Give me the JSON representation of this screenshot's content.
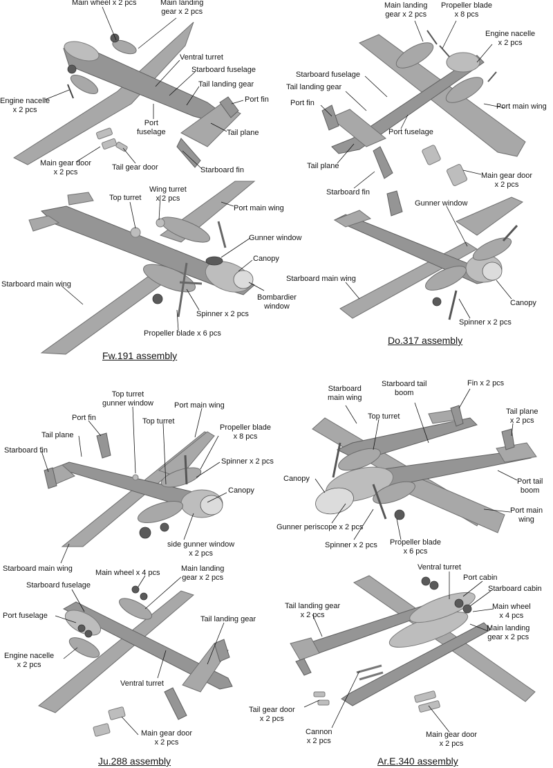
{
  "panels": {
    "fw191_parts": {
      "caption": "",
      "labels": {
        "main_wheel": "Main wheel x 2 pcs",
        "main_landing_gear": "Main landing\ngear x 2 pcs",
        "ventral_turret": "Ventral turret",
        "starboard_fuselage": "Starboard fuselage",
        "tail_landing_gear": "Tail landing gear",
        "port_fin": "Port fin",
        "engine_nacelle": "Engine nacelle\nx 2 pcs",
        "port_fuselage": "Port\nfuselage",
        "tail_plane": "Tail plane",
        "main_gear_door": "Main gear door\nx 2 pcs",
        "tail_gear_door": "Tail gear door",
        "starboard_fin": "Starboard fin"
      }
    },
    "fw191_assembly": {
      "caption": "Fw.191 assembly",
      "labels": {
        "top_turret": "Top turret",
        "wing_turret": "Wing turret\nx 2 pcs",
        "port_main_wing": "Port main wing",
        "gunner_window": "Gunner window",
        "canopy": "Canopy",
        "starboard_main_wing": "Starboard main wing",
        "bombardier_window": "Bombardier\nwindow",
        "spinner": "Spinner x 2 pcs",
        "propeller_blade": "Propeller blade x 6 pcs"
      }
    },
    "do317_parts": {
      "caption": "",
      "labels": {
        "main_landing_gear": "Main landing\ngear x 2 pcs",
        "propeller_blade": "Propeller blade\nx 8 pcs",
        "engine_nacelle": "Engine nacelle\nx 2 pcs",
        "starboard_fuselage": "Starboard fuselage",
        "tail_landing_gear": "Tail landing gear",
        "port_fin": "Port fin",
        "port_main_wing": "Port main wing",
        "port_fuselage": "Port fuselage",
        "tail_plane": "Tail plane",
        "main_gear_door": "Main gear door\nx 2 pcs",
        "starboard_fin": "Starboard fin"
      }
    },
    "do317_assembly": {
      "caption": "Do.317 assembly",
      "labels": {
        "gunner_window": "Gunner window",
        "starboard_main_wing": "Starboard main wing",
        "canopy": "Canopy",
        "spinner": "Spinner x 2 pcs"
      }
    },
    "ju288_assembly": {
      "caption": "",
      "labels": {
        "top_turret_gunner_window": "Top turret\ngunner window",
        "port_main_wing": "Port main wing",
        "port_fin": "Port fin",
        "top_turret": "Top turret",
        "propeller_blade": "Propeller blade\nx 8 pcs",
        "tail_plane": "Tail plane",
        "starboard_fin": "Starboard fin",
        "spinner": "Spinner x 2 pcs",
        "canopy": "Canopy",
        "side_gunner_window": "side gunner window\nx 2 pcs",
        "starboard_main_wing": "Starboard main wing"
      }
    },
    "ju288_parts": {
      "caption": "Ju.288 assembly",
      "labels": {
        "main_wheel": "Main wheel x 4 pcs",
        "main_landing_gear": "Main landing\ngear x 2 pcs",
        "starboard_fuselage": "Starboard fuselage",
        "port_fuselage": "Port fuselage",
        "tail_landing_gear": "Tail landing gear",
        "engine_nacelle": "Engine nacelle\nx 2 pcs",
        "ventral_turret": "Ventral turret",
        "main_gear_door": "Main gear door\nx 2 pcs"
      }
    },
    "are340_assembly": {
      "caption": "",
      "labels": {
        "starboard_main_wing": "Starboard\nmain wing",
        "starboard_tail_boom": "Starboard tail\nboom",
        "fin": "Fin x 2 pcs",
        "top_turret": "Top turret",
        "tail_plane": "Tail plane\nx 2 pcs",
        "canopy": "Canopy",
        "port_tail_boom": "Port tail\nboom",
        "port_main_wing": "Port main\nwing",
        "gunner_periscope": "Gunner periscope x 2 pcs",
        "spinner": "Spinner x 2 pcs",
        "propeller_blade": "Propeller blade\nx 6 pcs"
      }
    },
    "are340_parts": {
      "caption": "Ar.E.340 assembly",
      "labels": {
        "ventral_turret": "Ventral turret",
        "port_cabin": "Port cabin",
        "starboard_cabin": "Starboard cabin",
        "tail_landing_gear": "Tail landing gear\nx 2 pcs",
        "main_wheel": "Main wheel\nx 4 pcs",
        "main_landing_gear": "Main landing\ngear x 2 pcs",
        "tail_gear_door": "Tail gear door\nx 2 pcs",
        "cannon": "Cannon\nx 2 pcs",
        "main_gear_door": "Main gear door\nx 2 pcs"
      }
    }
  }
}
